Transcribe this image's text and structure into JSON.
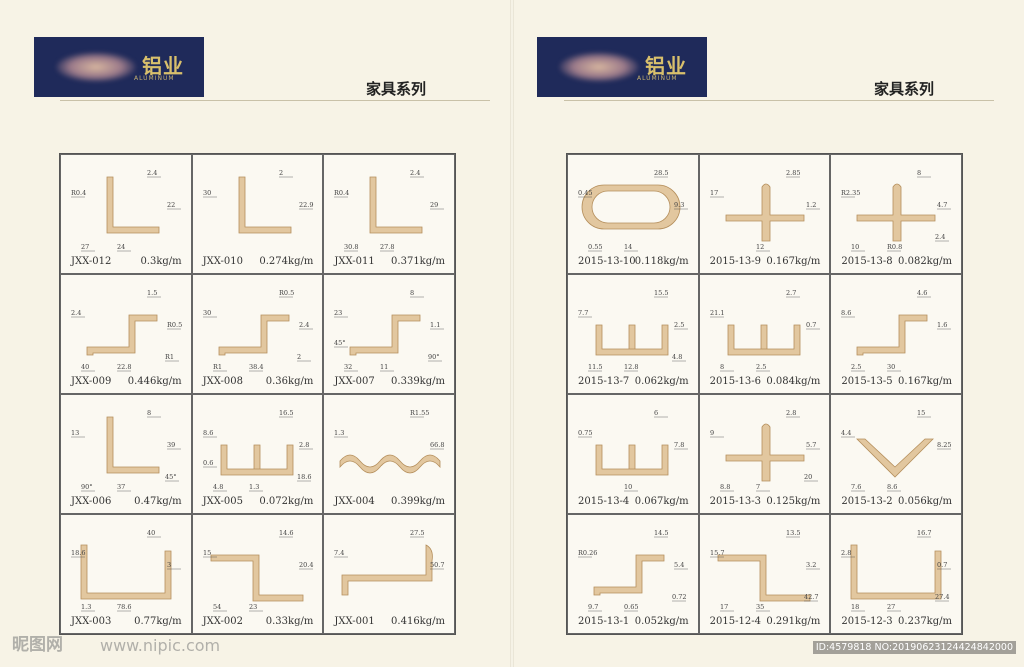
{
  "left_page": {
    "brand": "铝业",
    "brand_sub": "ALUMINUM",
    "series_title": "家具系列",
    "profiles": [
      {
        "code": "JXX-012",
        "weight": "0.3kg/m",
        "shape": "angle",
        "dims": [
          "2.4",
          "22",
          "R0.4",
          "24",
          "27"
        ]
      },
      {
        "code": "JXX-010",
        "weight": "0.274kg/m",
        "shape": "angle",
        "dims": [
          "2",
          "22.9",
          "30"
        ]
      },
      {
        "code": "JXX-011",
        "weight": "0.371kg/m",
        "shape": "angle",
        "dims": [
          "2.4",
          "29",
          "R0.4",
          "27.8",
          "30.8"
        ]
      },
      {
        "code": "JXX-009",
        "weight": "0.446kg/m",
        "shape": "step",
        "dims": [
          "1.5",
          "R0.5",
          "2.4",
          "22.8",
          "40",
          "R1"
        ]
      },
      {
        "code": "JXX-008",
        "weight": "0.36kg/m",
        "shape": "step",
        "dims": [
          "R0.5",
          "2.4",
          "30",
          "38.4",
          "R1",
          "2"
        ]
      },
      {
        "code": "JXX-007",
        "weight": "0.339kg/m",
        "shape": "step",
        "dims": [
          "8",
          "1.1",
          "23",
          "11",
          "32",
          "90°",
          "45°"
        ]
      },
      {
        "code": "JXX-006",
        "weight": "0.47kg/m",
        "shape": "angle",
        "dims": [
          "8",
          "39",
          "13",
          "37",
          "90°",
          "45°"
        ]
      },
      {
        "code": "JXX-005",
        "weight": "0.072kg/m",
        "shape": "channel",
        "dims": [
          "16.5",
          "2.8",
          "8.6",
          "1.3",
          "4.8",
          "18.6",
          "0.6"
        ]
      },
      {
        "code": "JXX-004",
        "weight": "0.399kg/m",
        "shape": "wave",
        "dims": [
          "R1.55",
          "66.8",
          "1.3"
        ]
      },
      {
        "code": "JXX-003",
        "weight": "0.77kg/m",
        "shape": "frame",
        "dims": [
          "40",
          "3",
          "18.6",
          "78.6",
          "1.3"
        ]
      },
      {
        "code": "JXX-002",
        "weight": "0.33kg/m",
        "shape": "zed",
        "dims": [
          "14.6",
          "20.4",
          "15",
          "23",
          "54"
        ]
      },
      {
        "code": "JXX-001",
        "weight": "0.416kg/m",
        "shape": "lip",
        "dims": [
          "27.5",
          "50.7",
          "7.4"
        ]
      }
    ]
  },
  "right_page": {
    "brand": "铝业",
    "brand_sub": "ALUMINUM",
    "series_title": "家具系列",
    "profiles": [
      {
        "code": "2015-13-10",
        "weight": "0.118kg/m",
        "shape": "oval",
        "dims": [
          "28.5",
          "9.3",
          "0.45",
          "14",
          "0.55"
        ]
      },
      {
        "code": "2015-13-9",
        "weight": "0.167kg/m",
        "shape": "tee",
        "dims": [
          "2.85",
          "1.2",
          "17",
          "12"
        ]
      },
      {
        "code": "2015-13-8",
        "weight": "0.082kg/m",
        "shape": "tee",
        "dims": [
          "8",
          "4.7",
          "R2.35",
          "R0.8",
          "10",
          "2.4"
        ]
      },
      {
        "code": "2015-13-7",
        "weight": "0.062kg/m",
        "shape": "channel",
        "dims": [
          "15.5",
          "2.5",
          "7.7",
          "12.8",
          "11.5",
          "4.8"
        ]
      },
      {
        "code": "2015-13-6",
        "weight": "0.084kg/m",
        "shape": "channel",
        "dims": [
          "2.7",
          "0.7",
          "21.1",
          "2.5",
          "8"
        ]
      },
      {
        "code": "2015-13-5",
        "weight": "0.167kg/m",
        "shape": "step",
        "dims": [
          "4.6",
          "1.6",
          "8.6",
          "30",
          "2.5"
        ]
      },
      {
        "code": "2015-13-4",
        "weight": "0.067kg/m",
        "shape": "channel",
        "dims": [
          "6",
          "7.8",
          "0.75",
          "10"
        ]
      },
      {
        "code": "2015-13-3",
        "weight": "0.125kg/m",
        "shape": "tee",
        "dims": [
          "2.8",
          "5.7",
          "9",
          "7",
          "8.8",
          "20"
        ]
      },
      {
        "code": "2015-13-2",
        "weight": "0.056kg/m",
        "shape": "vee",
        "dims": [
          "15",
          "8.25",
          "4.4",
          "8.6",
          "7.6"
        ]
      },
      {
        "code": "2015-13-1",
        "weight": "0.052kg/m",
        "shape": "step",
        "dims": [
          "14.5",
          "5.4",
          "R0.26",
          "0.65",
          "9.7",
          "0.72"
        ]
      },
      {
        "code": "2015-12-4",
        "weight": "0.291kg/m",
        "shape": "zed",
        "dims": [
          "13.5",
          "3.2",
          "15.7",
          "35",
          "17",
          "42.7"
        ]
      },
      {
        "code": "2015-12-3",
        "weight": "0.237kg/m",
        "shape": "frame",
        "dims": [
          "16.7",
          "0.7",
          "2.8",
          "27",
          "18",
          "27.4"
        ]
      }
    ]
  },
  "watermark": {
    "logo": "昵图网",
    "site": "www.nipic.com",
    "id": "ID:4579818 NO:20190623124424842000"
  }
}
